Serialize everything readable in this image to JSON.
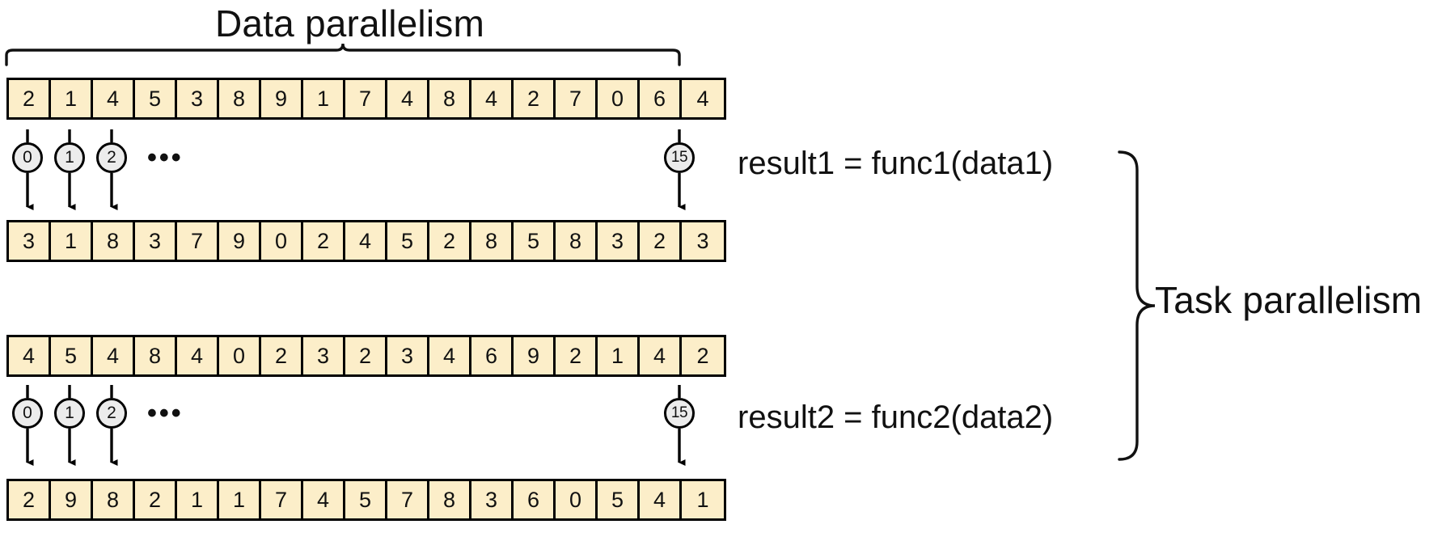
{
  "diagram": {
    "title_top": "Data parallelism",
    "title_right": "Task parallelism",
    "ellipsis": "•••",
    "colors": {
      "cell_fill": "#fceec9",
      "stroke": "#000000",
      "circle_fill": "#ececec",
      "text": "#111111",
      "background": "#ffffff"
    }
  },
  "expressions": {
    "result1": "result1 = func1(data1)",
    "result2": "result2 = func2(data2)"
  },
  "index_labels": {
    "first": "0",
    "second": "1",
    "third": "2",
    "last": "15"
  },
  "arrays": [
    {
      "name": "data1",
      "values": [
        2,
        1,
        4,
        5,
        3,
        8,
        9,
        1,
        7,
        4,
        8,
        4,
        2,
        7,
        0,
        6,
        4
      ]
    },
    {
      "name": "result1",
      "values": [
        3,
        1,
        8,
        3,
        7,
        9,
        0,
        2,
        4,
        5,
        2,
        8,
        5,
        8,
        3,
        2,
        3
      ]
    },
    {
      "name": "data2",
      "values": [
        4,
        5,
        4,
        8,
        4,
        0,
        2,
        3,
        2,
        3,
        4,
        6,
        9,
        2,
        1,
        4,
        2
      ]
    },
    {
      "name": "result2",
      "values": [
        2,
        9,
        8,
        2,
        1,
        1,
        7,
        4,
        5,
        7,
        8,
        3,
        6,
        0,
        5,
        4,
        1
      ]
    }
  ]
}
